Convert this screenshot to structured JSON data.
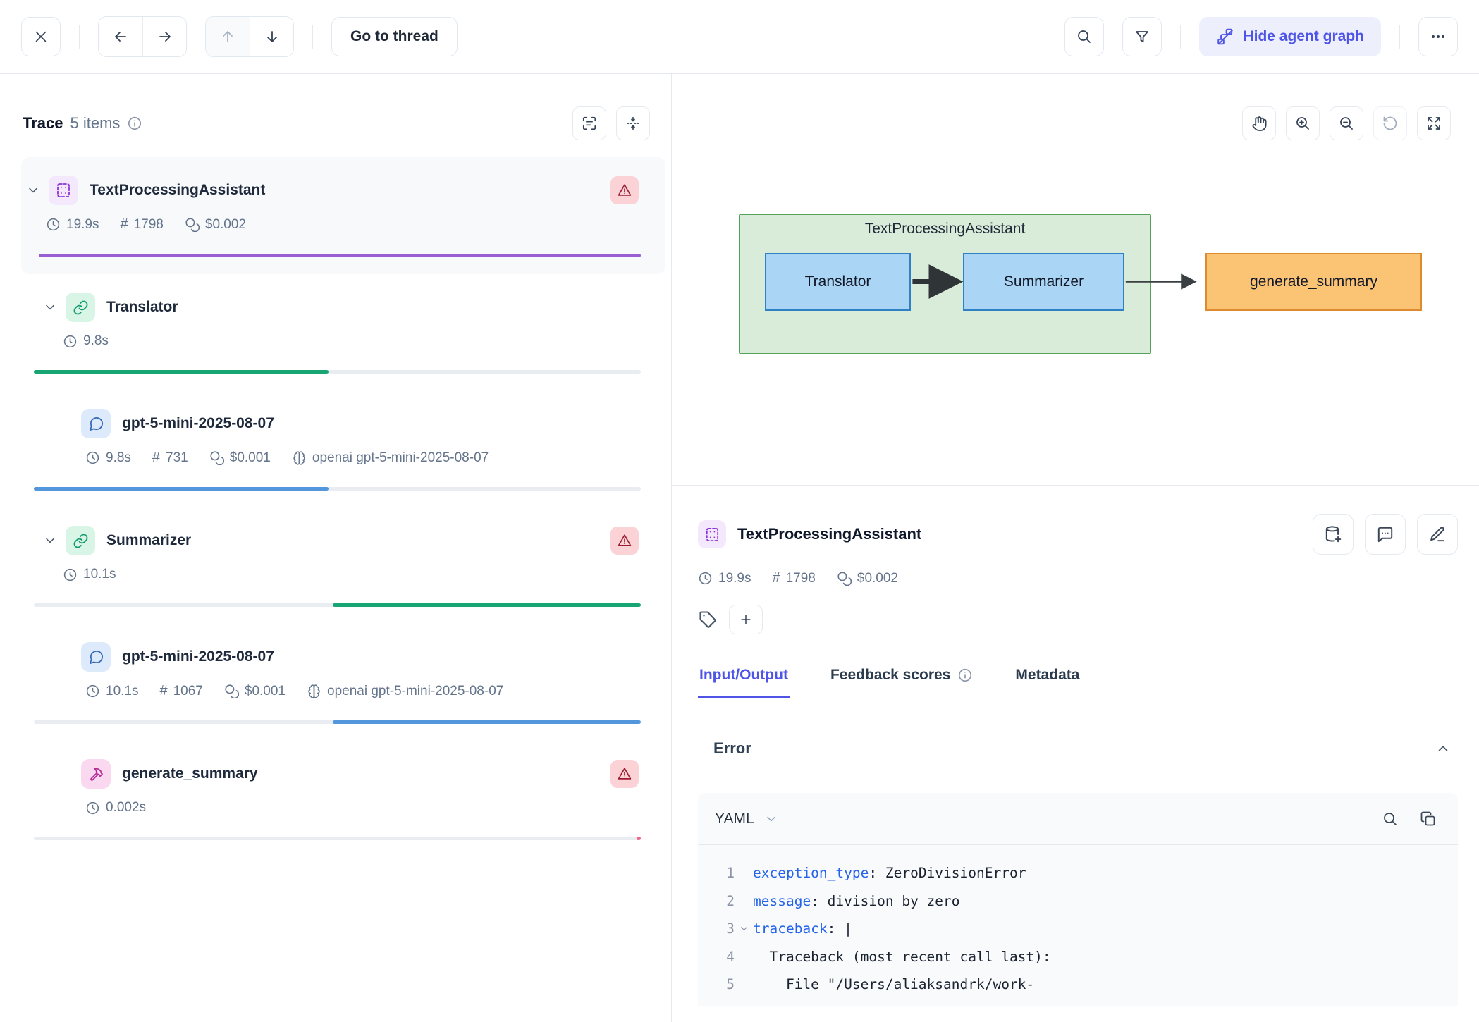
{
  "topbar": {
    "go_to_thread": "Go to thread",
    "hide_agent_graph": "Hide agent graph"
  },
  "trace_panel": {
    "title": "Trace",
    "count": "5 items",
    "spans": [
      {
        "name": "TextProcessingAssistant",
        "duration": "19.9s",
        "tokens": "1798",
        "cost": "$0.002",
        "type": "agent",
        "has_error": true,
        "selected": true,
        "bar": {
          "color": "#985FD3",
          "start": 0,
          "width": 100
        }
      },
      {
        "name": "Translator",
        "duration": "9.8s",
        "type": "chain",
        "bar": {
          "color": "#17A673",
          "start": 0,
          "width": 48.5
        }
      },
      {
        "name": "gpt-5-mini-2025-08-07",
        "duration": "9.8s",
        "tokens": "731",
        "cost": "$0.001",
        "provider": "openai gpt-5-mini-2025-08-07",
        "type": "llm",
        "bar": {
          "color": "#5296DC",
          "start": 0,
          "width": 48.5
        }
      },
      {
        "name": "Summarizer",
        "duration": "10.1s",
        "type": "chain",
        "has_error": true,
        "bar": {
          "color": "#17A673",
          "start": 49.3,
          "width": 50.7
        }
      },
      {
        "name": "gpt-5-mini-2025-08-07",
        "duration": "10.1s",
        "tokens": "1067",
        "cost": "$0.001",
        "provider": "openai gpt-5-mini-2025-08-07",
        "type": "llm",
        "bar": {
          "color": "#5296DC",
          "start": 49.3,
          "width": 50.7
        }
      },
      {
        "name": "generate_summary",
        "duration": "0.002s",
        "type": "tool",
        "has_error": true,
        "bar": {
          "color": "#F0648D",
          "start": 99.3,
          "width": 0.7
        }
      }
    ],
    "labels": {
      "hash": "#"
    }
  },
  "graph": {
    "container": {
      "label": "TextProcessingAssistant",
      "fill": "#D8ECD9",
      "border": "#55A15A"
    },
    "nodes": [
      {
        "label": "Translator",
        "fill": "#ABD5F4",
        "border": "#2F80C4"
      },
      {
        "label": "Summarizer",
        "fill": "#ABD5F4",
        "border": "#2F80C4"
      },
      {
        "label": "generate_summary",
        "fill": "#FBC374",
        "border": "#DE8A2F"
      }
    ]
  },
  "details": {
    "title": "TextProcessingAssistant",
    "duration": "19.9s",
    "tokens": "1798",
    "cost": "$0.002",
    "tabs": [
      {
        "label": "Input/Output"
      },
      {
        "label": "Feedback scores"
      },
      {
        "label": "Metadata"
      }
    ],
    "error_title": "Error",
    "code": {
      "language": "YAML",
      "lines": [
        {
          "num": "1",
          "key": "exception_type",
          "rest": ": ZeroDivisionError"
        },
        {
          "num": "2",
          "key": "message",
          "rest": ": division by zero"
        },
        {
          "num": "3",
          "key": "traceback",
          "rest": ": |"
        },
        {
          "num": "4",
          "text": "  Traceback (most recent call last):"
        },
        {
          "num": "5",
          "text": "    File \"/Users/aliaksandrk/work-"
        }
      ]
    }
  },
  "colors": {
    "accent_indigo": "#4E55E6",
    "accent_indigo_bg": "#EEEFFD",
    "bar_track": "#E9EDF2",
    "error_badge_bg": "#FBD2D6",
    "error_badge_fg": "#9B1C31"
  }
}
